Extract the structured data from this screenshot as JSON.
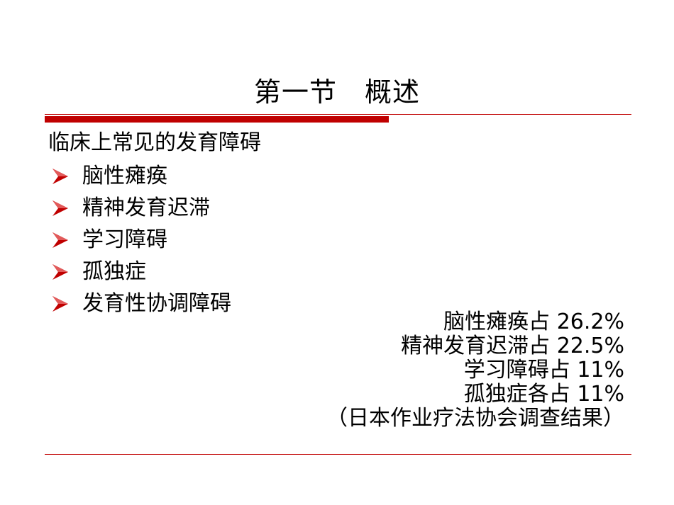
{
  "slide": {
    "title": "第一节　概述",
    "heading": "临床上常见的发育障碍",
    "bullets": [
      {
        "label": "脑性瘫痪",
        "icon": "arrow-bullet-icon"
      },
      {
        "label": "精神发育迟滞",
        "icon": "arrow-bullet-icon"
      },
      {
        "label": "学习障碍",
        "icon": "arrow-bullet-icon"
      },
      {
        "label": "孤独症",
        "icon": "arrow-bullet-icon"
      },
      {
        "label": "发育性协调障碍",
        "icon": "arrow-bullet-icon"
      }
    ],
    "stats": [
      "脑性瘫痪占 26.2%",
      "精神发育迟滞占 22.5%",
      "学习障碍占 11%",
      "孤独症各占 11%"
    ],
    "source_note": "（日本作业疗法协会调查结果）",
    "colors": {
      "accent": "#c00000",
      "text": "#000000",
      "background": "#ffffff"
    }
  }
}
